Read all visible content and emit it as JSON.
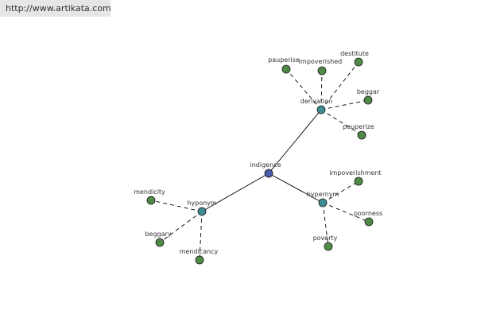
{
  "site": {
    "url": "http://www.artikata.com"
  },
  "colors": {
    "root": "#4a5aa6",
    "relation": "#3f8c92",
    "leaf": "#4f8a46"
  },
  "graph": {
    "nodes": [
      {
        "id": "indigence",
        "label": "indigence",
        "kind": "root"
      },
      {
        "id": "derivation",
        "label": "derivation",
        "kind": "relation"
      },
      {
        "id": "hyponym",
        "label": "hyponym",
        "kind": "relation"
      },
      {
        "id": "hypernym",
        "label": "hypernym",
        "kind": "relation"
      },
      {
        "id": "pauperise",
        "label": "pauperise",
        "kind": "leaf"
      },
      {
        "id": "impoverished",
        "label": "impoverished",
        "kind": "leaf"
      },
      {
        "id": "destitute",
        "label": "destitute",
        "kind": "leaf"
      },
      {
        "id": "beggar",
        "label": "beggar",
        "kind": "leaf"
      },
      {
        "id": "pauperize",
        "label": "pauperize",
        "kind": "leaf"
      },
      {
        "id": "mendicity",
        "label": "mendicity",
        "kind": "leaf"
      },
      {
        "id": "beggary",
        "label": "beggary",
        "kind": "leaf"
      },
      {
        "id": "mendicancy",
        "label": "mendicancy",
        "kind": "leaf"
      },
      {
        "id": "impoverishment",
        "label": "impoverishment",
        "kind": "leaf"
      },
      {
        "id": "poorness",
        "label": "poorness",
        "kind": "leaf"
      },
      {
        "id": "poverty",
        "label": "poverty",
        "kind": "leaf"
      }
    ],
    "edges": [
      {
        "from": "indigence",
        "to": "derivation",
        "style": "solid"
      },
      {
        "from": "indigence",
        "to": "hyponym",
        "style": "solid"
      },
      {
        "from": "indigence",
        "to": "hypernym",
        "style": "solid"
      },
      {
        "from": "derivation",
        "to": "pauperise",
        "style": "dashed"
      },
      {
        "from": "derivation",
        "to": "impoverished",
        "style": "dashed"
      },
      {
        "from": "derivation",
        "to": "destitute",
        "style": "dashed"
      },
      {
        "from": "derivation",
        "to": "beggar",
        "style": "dashed"
      },
      {
        "from": "derivation",
        "to": "pauperize",
        "style": "dashed"
      },
      {
        "from": "hyponym",
        "to": "mendicity",
        "style": "dashed"
      },
      {
        "from": "hyponym",
        "to": "beggary",
        "style": "dashed"
      },
      {
        "from": "hyponym",
        "to": "mendicancy",
        "style": "dashed"
      },
      {
        "from": "hypernym",
        "to": "impoverishment",
        "style": "dashed"
      },
      {
        "from": "hypernym",
        "to": "poorness",
        "style": "dashed"
      },
      {
        "from": "hypernym",
        "to": "poverty",
        "style": "dashed"
      }
    ]
  }
}
